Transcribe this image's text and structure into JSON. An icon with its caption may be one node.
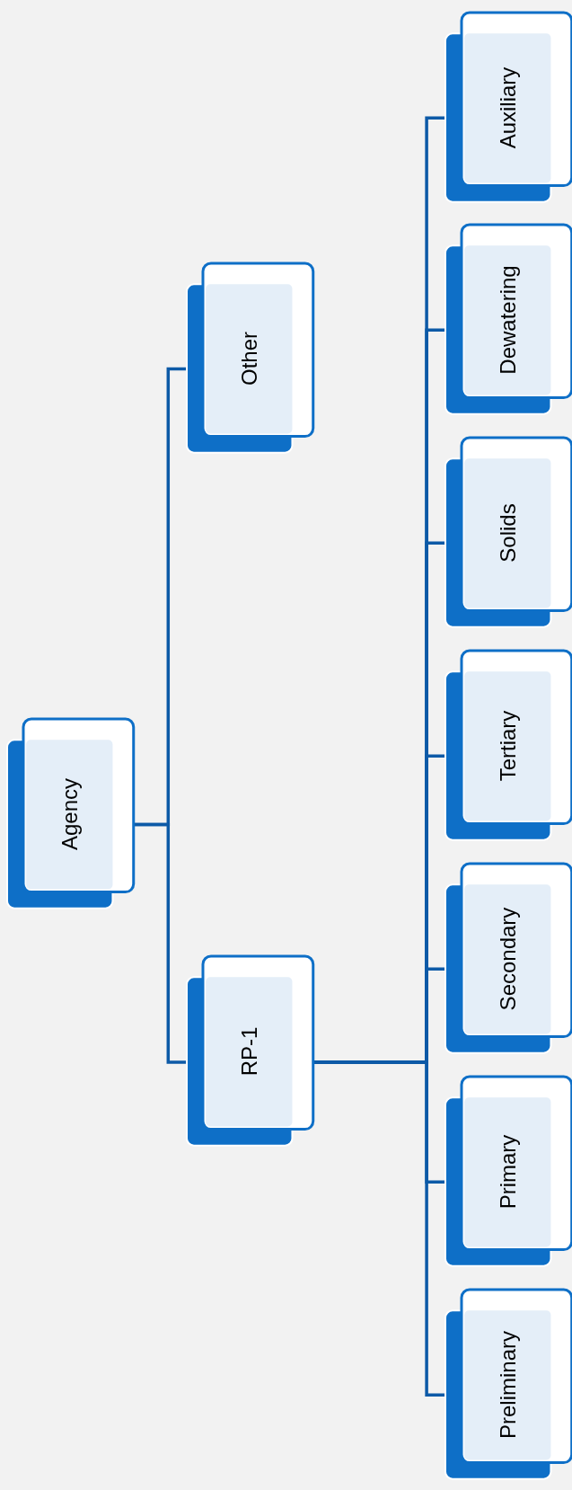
{
  "diagram": {
    "nodes": [
      {
        "text": [
          "Agency"
        ]
      },
      {
        "text": [
          "Other"
        ]
      },
      {
        "text": [
          "RP-1"
        ]
      },
      {
        "text": [
          "Auxiliary"
        ]
      },
      {
        "text": [
          "Dewatering"
        ]
      },
      {
        "text": [
          "Solids"
        ]
      },
      {
        "text": [
          "Tertiary"
        ]
      },
      {
        "text": [
          "Secondary"
        ]
      },
      {
        "text": [
          "Primary"
        ]
      },
      {
        "text": [
          "Preliminary"
        ]
      }
    ],
    "edges": [
      {
        "from": 0,
        "to": 1,
        "arrow": "none"
      },
      {
        "from": 0,
        "to": 2,
        "arrow": "none"
      },
      {
        "from": 2,
        "to": 3,
        "arrow": "none"
      },
      {
        "from": 2,
        "to": 4,
        "arrow": "none"
      },
      {
        "from": 2,
        "to": 5,
        "arrow": "none"
      },
      {
        "from": 2,
        "to": 6,
        "arrow": "none"
      },
      {
        "from": 2,
        "to": 7,
        "arrow": "none"
      },
      {
        "from": 2,
        "to": 8,
        "arrow": "none"
      },
      {
        "from": 2,
        "to": 9,
        "arrow": "none"
      }
    ]
  }
}
